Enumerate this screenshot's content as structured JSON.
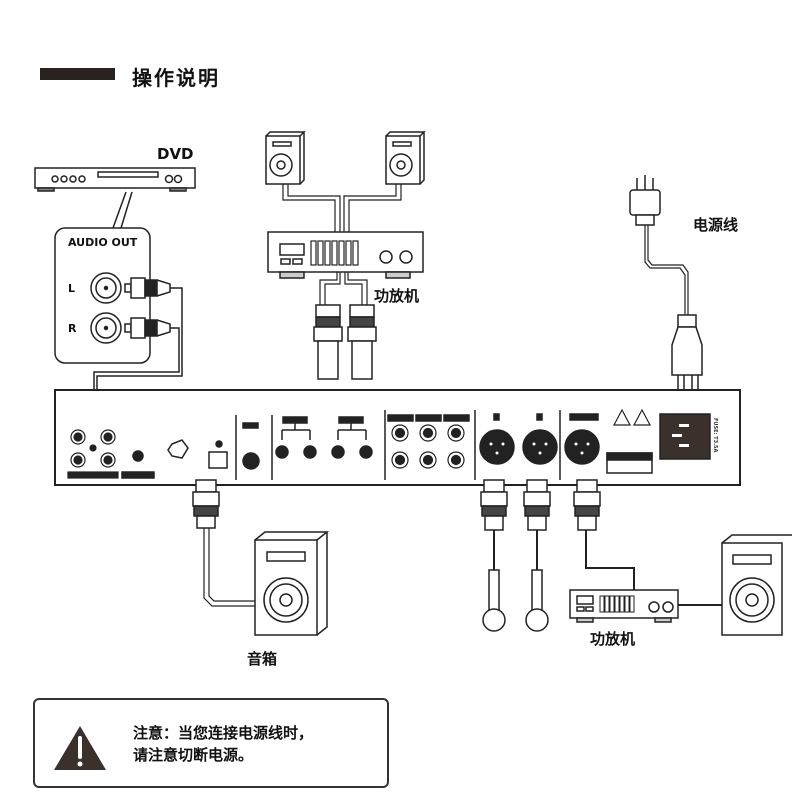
{
  "header": {
    "title": "操作说明"
  },
  "devices": {
    "dvd": {
      "label": "DVD",
      "panel_title": "AUDIO OUT",
      "left": "L",
      "right": "R"
    },
    "amplifier_top": {
      "label": "功放机"
    },
    "power_cord": {
      "label": "电源线"
    },
    "speaker_bottom": {
      "label": "音箱"
    },
    "amplifier_bottom": {
      "label": "功放机"
    },
    "rear_panel": {
      "fuse_label": "FUSE: T3.5A"
    }
  },
  "warning": {
    "icon": "warning-triangle-icon",
    "line1": "注意：当您连接电源线时，",
    "line2": "请注意切断电源。"
  }
}
